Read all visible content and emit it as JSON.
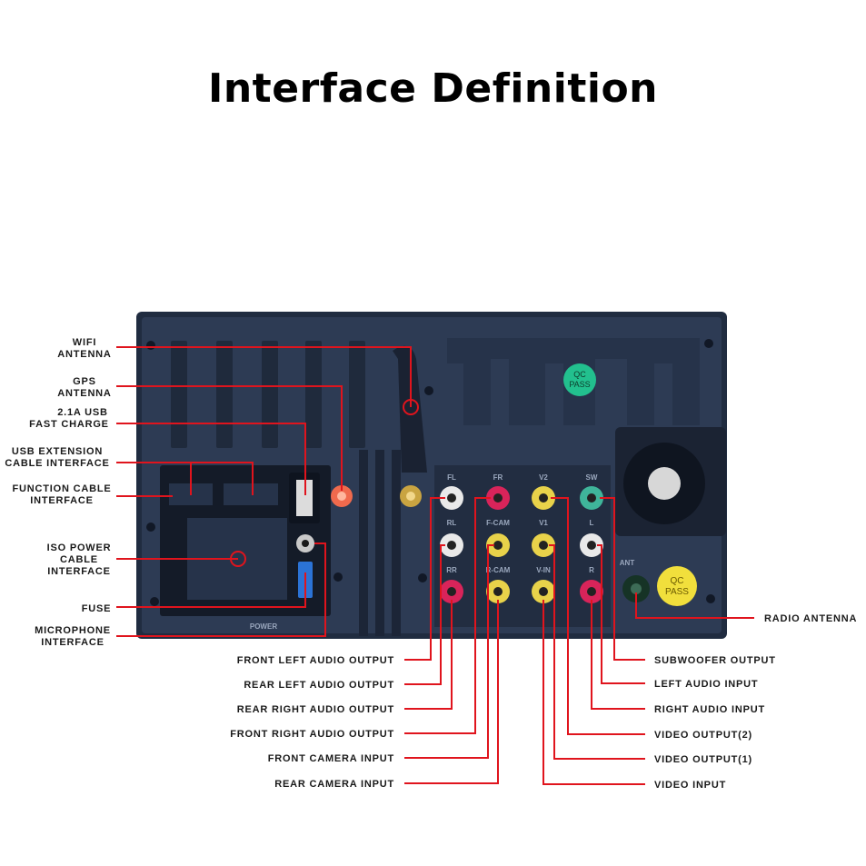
{
  "page": {
    "title": "Interface Definition"
  },
  "left_labels": [
    [
      "WIFI",
      "ANTENNA"
    ],
    [
      "GPS",
      "ANTENNA"
    ],
    [
      "2.1A USB",
      "FAST CHARGE"
    ],
    [
      "USB EXTENSION",
      "CABLE INTERFACE"
    ],
    [
      "FUNCTION CABLE",
      "INTERFACE"
    ],
    [
      "ISO POWER",
      "CABLE",
      "INTERFACE"
    ],
    [
      "FUSE"
    ],
    [
      "MICROPHONE",
      "INTERFACE"
    ]
  ],
  "bottom_left_labels": [
    "FRONT LEFT AUDIO OUTPUT",
    "REAR LEFT AUDIO OUTPUT",
    "REAR RIGHT AUDIO OUTPUT",
    "FRONT RIGHT AUDIO OUTPUT",
    "FRONT CAMERA INPUT",
    "REAR CAMERA INPUT"
  ],
  "bottom_right_labels": [
    "SUBWOOFER OUTPUT",
    "LEFT AUDIO INPUT",
    "RIGHT AUDIO INPUT",
    "VIDEO OUTPUT(2)",
    "VIDEO OUTPUT(1)",
    "VIDEO INPUT"
  ],
  "right_label": "RADIO ANTENNA",
  "unit": {
    "badge_text": [
      "QC",
      "PASS"
    ],
    "power_text": "POWER",
    "rca_top_labels": [
      "FL",
      "FR",
      "V2",
      "SW"
    ],
    "rca_mid_labels": [
      "RL",
      "F-CAM",
      "V1",
      "L"
    ],
    "rca_bottom_labels": [
      "RR",
      "R-CAM",
      "V-IN",
      "R"
    ],
    "ant_text": "ANT"
  },
  "colors": {
    "leader_line": "#e0141d",
    "panel": "#2c3a52",
    "panel_dark": "#1b2434",
    "rca_red": "#d8245a",
    "rca_white": "#e9e9e9",
    "rca_yellow": "#e8d24a",
    "rca_green": "#3fb59a",
    "badge_green": "#22c08e",
    "badge_yellow": "#f1df3c"
  }
}
